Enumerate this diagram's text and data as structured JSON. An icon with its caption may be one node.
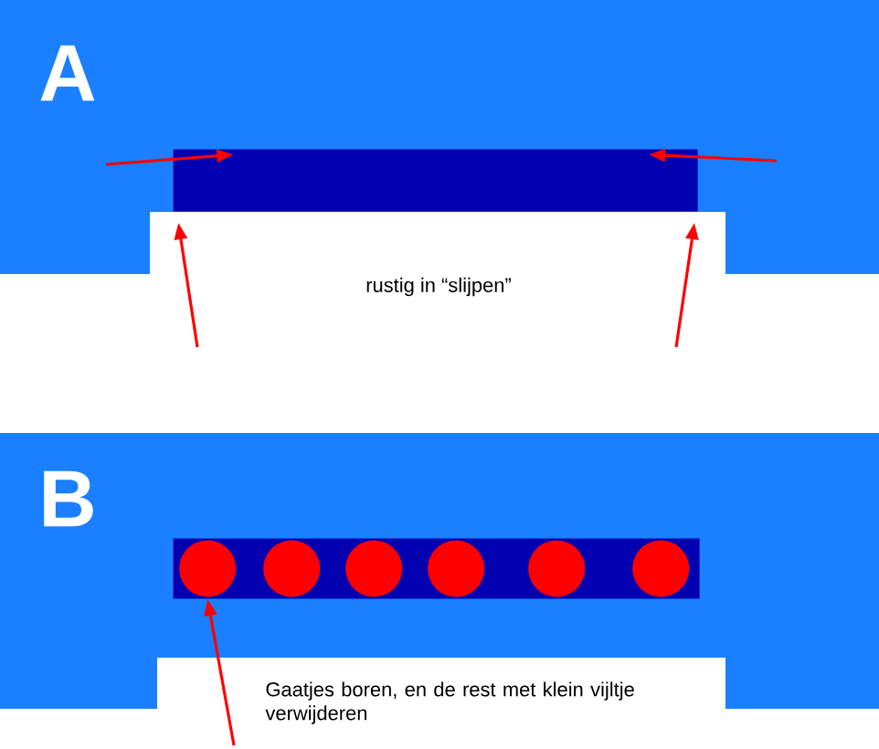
{
  "diagram": {
    "nodes": [
      {
        "text": [
          "A"
        ]
      },
      {
        "text": [],
        "shape": "bar",
        "in": 0
      },
      {
        "text": [
          "B"
        ]
      },
      {
        "text": [],
        "shape": "bar",
        "in": 2
      },
      {
        "text": [],
        "shape": "circle",
        "in": 3
      },
      {
        "text": [],
        "shape": "circle",
        "in": 3
      },
      {
        "text": [],
        "shape": "circle",
        "in": 3
      },
      {
        "text": [],
        "shape": "circle",
        "in": 3
      },
      {
        "text": [],
        "shape": "circle",
        "in": 3
      },
      {
        "text": [],
        "shape": "circle",
        "in": 3
      }
    ],
    "edges": [
      {
        "from": null,
        "to": 1,
        "arrow": "to"
      },
      {
        "from": null,
        "to": 1,
        "arrow": "to"
      },
      {
        "from": null,
        "to": 1,
        "arrow": "to"
      },
      {
        "from": null,
        "to": 1,
        "arrow": "to"
      },
      {
        "from": null,
        "to": 3,
        "arrow": "to"
      }
    ],
    "labels": [
      "rustig in “slijpen”",
      "Gaatjes boren, en de rest met klein vijltje verwijderen"
    ]
  }
}
